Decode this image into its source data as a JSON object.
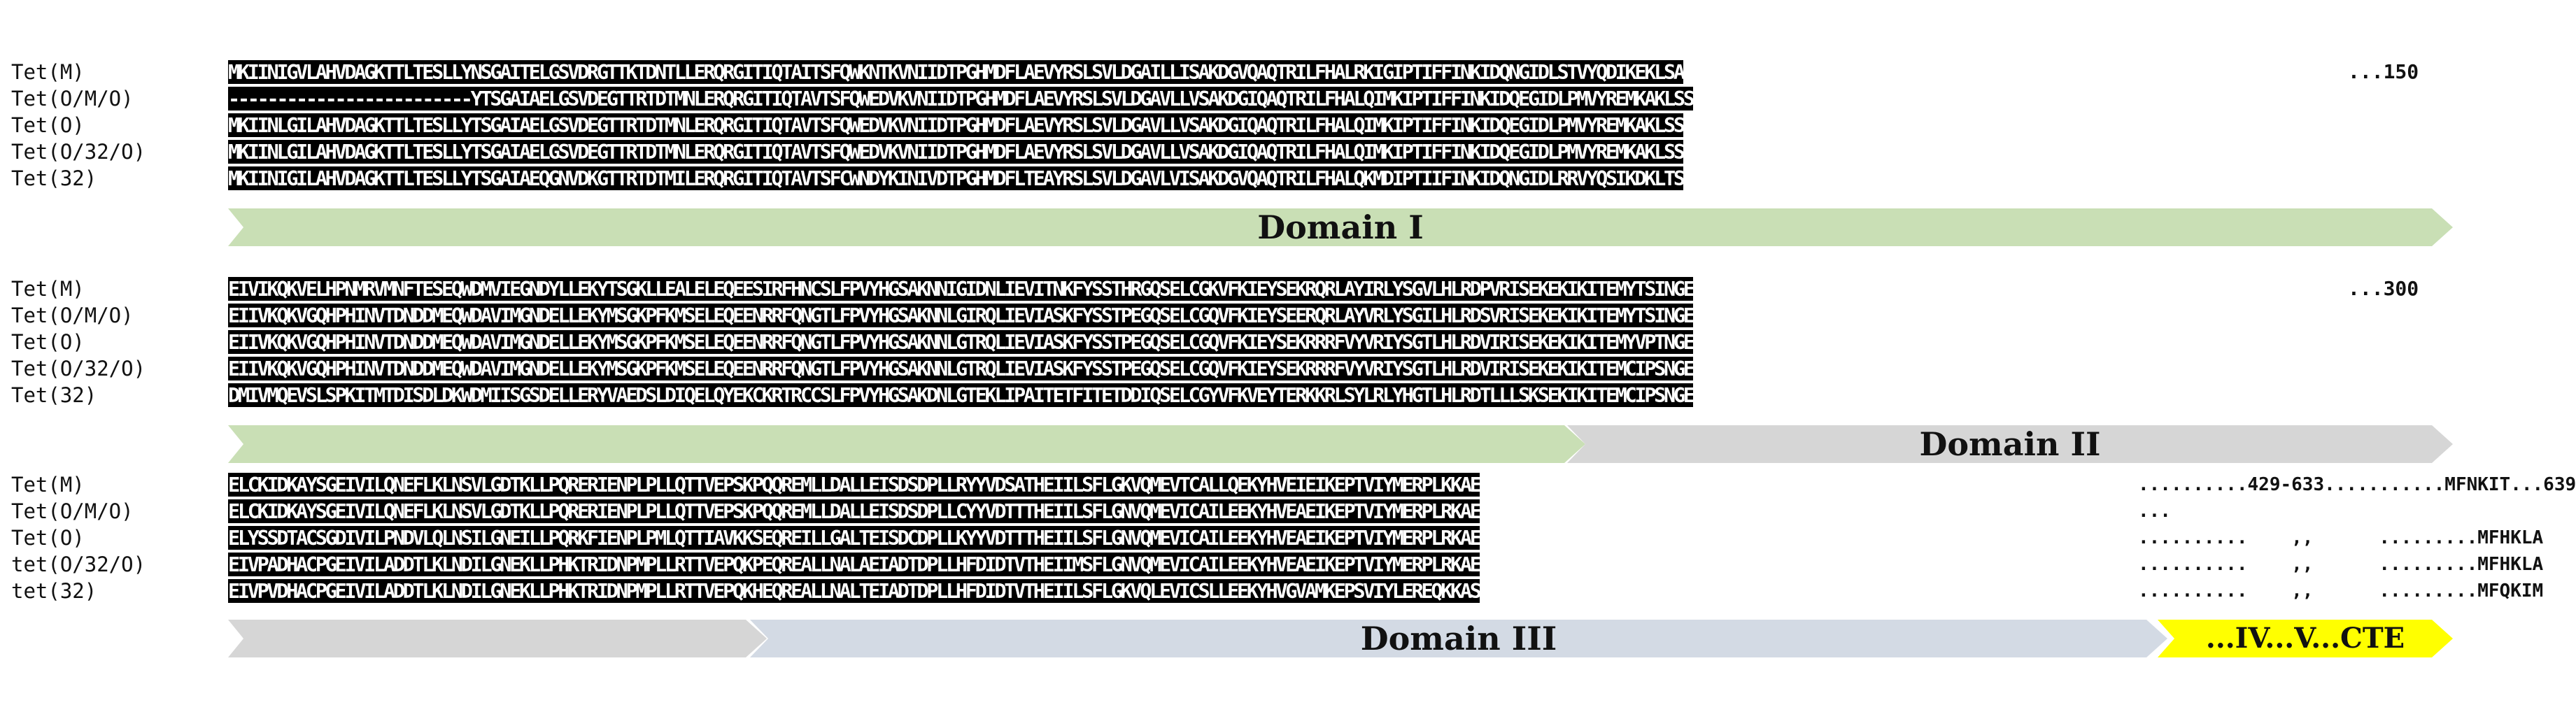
{
  "block1": {
    "rows": [
      {
        "label": "Tet(M)",
        "seq": "MKIINIGVLAHVDAGKTTLTESLLYNSGAITELGSVDRGTTKTDNTLLERQRGITIQTAITSFQWKNTKVNIIDTPGHMDFLAEVYRSLSVLDGAILLISAKDGVQAQTRILFHALRKIGIPTIFFINKIDQNGIDLSTVYQDIKEKLSA",
        "tail": "...150"
      },
      {
        "label": "Tet(O/M/O)",
        "seq": "-------------------------YTSGAIAELGSVDEGTTRTDTMNLERQRGITIQTAVTSFQWEDVKVNIIDTPGHMDFLAEVYRSLSVLDGAVLLVSAKDGIQAQTRILFHALQIMKIPTIFFINKIDQEGIDLPMVYREMKAKLSS",
        "tail": ""
      },
      {
        "label": "Tet(O)",
        "seq": "MKIINLGILAHVDAGKTTLTESLLYTSGAIAELGSVDEGTTRTDTMNLERQRGITIQTAVTSFQWEDVKVNIIDTPGHMDFLAEVYRSLSVLDGAVLLVSAKDGIQAQTRILFHALQIMKIPTIFFINKIDQEGIDLPMVYREMKAKLSS",
        "tail": ""
      },
      {
        "label": "Tet(O/32/O)",
        "seq": "MKIINLGILAHVDAGKTTLTESLLYTSGAIAELGSVDEGTTRTDTMNLERQRGITIQTAVTSFQWEDVKVNIIDTPGHMDFLAEVYRSLSVLDGAVLLVSAKDGIQAQTRILFHALQIMKIPTIFFINKIDQEGIDLPMVYREMKAKLSS",
        "tail": ""
      },
      {
        "label": "Tet(32)",
        "seq": "MKIINIGILAHVDAGKTTLTESLLYTSGAIAEQGNVDKGTTRTDTMILERQRGITIQTAVTSFCWNDYKINIVDTPGHMDFLTEAYRSLSVLDGAVLVISAKDGVQAQTRILFHALQKMDIPTIIFINKIDQNGIDLRRVYQSIKDKLTS",
        "tail": ""
      }
    ],
    "domain_label": "Domain I"
  },
  "block2": {
    "rows": [
      {
        "label": "Tet(M)",
        "seq": "EIVIKQKVELHPNMRVMNFTESEQWDMVIEGNDYLLEKYTSGKLLEALELEQEESIRFHNCSLFPVYHGSAKNNIGIDNLIEVITNKFYSSTHRGQSELCGKVFKIEYSEKRQRLAYIRLYSGVLHLRDPVRISEKEKIKITEMYTSINGE",
        "tail": "...300"
      },
      {
        "label": "Tet(O/M/O)",
        "seq": "EIIVKQKVGQHPHINVTDNDDMEQWDAVIMGNDELLEKYMSGKPFKMSELEQEENRRFQNGTLFPVYHGSAKNNLGIRQLIEVIASKFYSSTPEGQSELCGQVFKIEYSEERQRLAYVRLYSGILHLRDSVRISEKEKIKITEMYTSINGE",
        "tail": ""
      },
      {
        "label": "Tet(O)",
        "seq": "EIIVKQKVGQHPHINVTDNDDMEQWDAVIMGNDELLEKYMSGKPFKMSELEQEENRRFQNGTLFPVYHGSAKNNLGTRQLIEVIASKFYSSTPEGQSELCGQVFKIEYSEKRRRFVYVRIYSGTLHLRDVIRISEKEKIKITEMYVPTNGE",
        "tail": ""
      },
      {
        "label": "Tet(O/32/O)",
        "seq": "EIIVKQKVGQHPHINVTDNDDMEQWDAVIMGNDELLEKYMSGKPFKMSELEQEENRRFQNGTLFPVYHGSAKNNLGTRQLIEVIASKFYSSTPEGQSELCGQVFKIEYSEKRRRFVYVRIYSGTLHLRDVIRISEKEKIKITEMCIPSNGE",
        "tail": ""
      },
      {
        "label": "Tet(32)",
        "seq": "DMIVMQEVSLSPKITMTDISDLDKWDMIISGSDELLERYVAEDSLDIQELQYEKCKRTRCCSLFPVYHGSAKDNLGTEKLIPAITETFITETDDIQSELCGYVFKVEYTERKKRLSYLRLYHGTLHLRDTLLLSKSEKIKITEMCIPSNGE",
        "tail": ""
      }
    ],
    "domain_label": "Domain II"
  },
  "block3": {
    "rows": [
      {
        "label": "Tet(M)",
        "seq": "ELCKIDKAYSGEIVILQNEFLKLNSVLGDTKLLPQRERIENPLPLLQTTVEPSKPQQREMLLDALLEISDSDPLLRYYVDSATHEIILSFLGKVQMEVTCALLQEKYHVEIEIKEPTVIYMERPLKKAE",
        "tail": "..........429-633...........MFNKIT...639"
      },
      {
        "label": "Tet(O/M/O)",
        "seq": "ELCKIDKAYSGEIVILQNEFLKLNSVLGDTKLLPQRERIENPLPLLQTTVEPSKPQQREMLLDALLEISDSDPLLCYYVDTTTHEIILSFLGNVQMEVICAILEEKYHVEAEIKEPTVIYMERPLRKAE",
        "tail": "..."
      },
      {
        "label": "Tet(O)",
        "seq": "ELYSSDTACSGDIVILPNDVLQLNSILGNEILLPQRKFIENPLPMLQTTIAVKKSEQREILLGALTEISDCDPLLKYYVDTTTHEIILSFLGNVQMEVICAILEEKYHVEAEIKEPTVIYMERPLRKAE",
        "tail": "..........    ,,      .........MFHKLA"
      },
      {
        "label": "tet(O/32/O)",
        "seq": "EIVPADHACPGEIVILADDTLKLNDILGNEKLLPHKTRIDNPMPLLRTTVEPQKPEQREALLNALAEIADTDPLLHFDIDTVTHEIIMSFLGNVQMEVICAILEEKYHVEAEIKEPTVIYMERPLRKAE",
        "tail": "..........    ,,      .........MFHKLA"
      },
      {
        "label": "tet(32)",
        "seq": "EIVPVDHACPGEIVILADDTLKLNDILGNEKLLPHKTRIDNPMPLLRTTVEPQKHEQREALLNALTEIADTDPLLHFDIDTVTHEIILSFLGKVQLEVICSLLEEKYHVGVAMKEPSVIYLEREQKKAS",
        "tail": "..........    ,,      .........MFQKIM"
      }
    ],
    "domain_label": "Domain III",
    "tail_label": "...IV...V...CTE"
  },
  "colors": {
    "domain1": "#c9dfb5",
    "domain2": "#d6d6d6",
    "domain3": "#d3dae4",
    "ctail": "#ffff00",
    "blue": "#1f2fe6",
    "red": "#e0202a",
    "green": "#1a7a1a"
  }
}
